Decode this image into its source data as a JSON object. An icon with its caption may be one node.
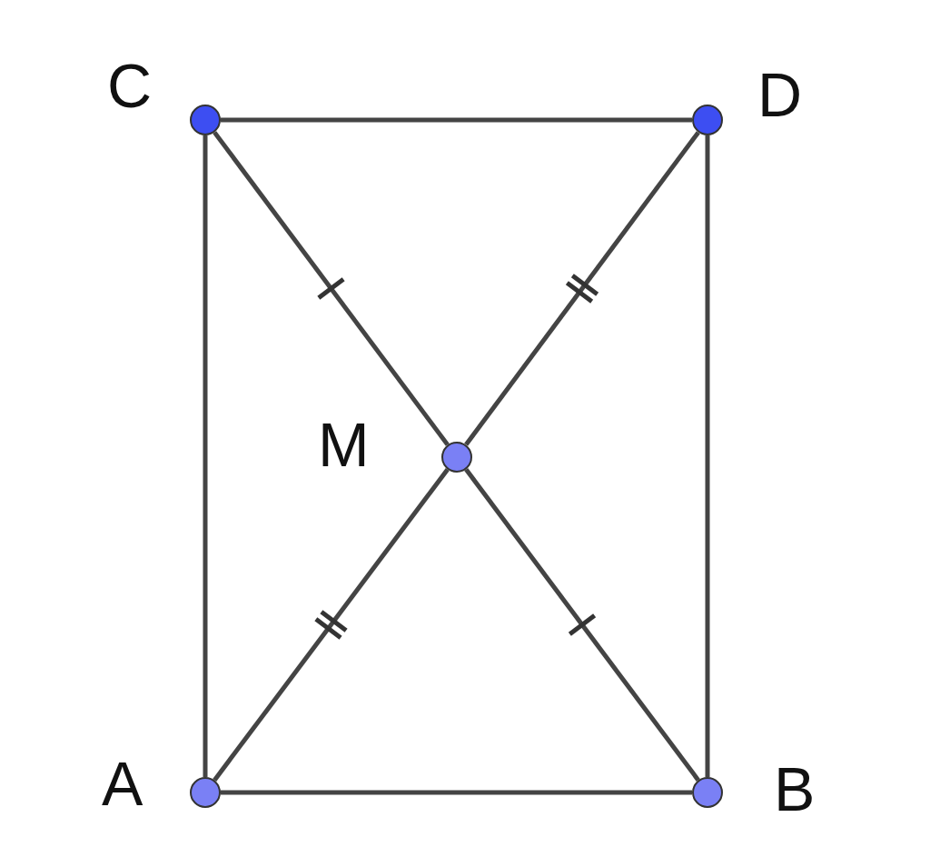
{
  "diagram": {
    "nodes": [
      {
        "text": [],
        "shape": "circle"
      },
      {
        "text": [],
        "shape": "circle"
      },
      {
        "text": [],
        "shape": "circle"
      },
      {
        "text": [],
        "shape": "circle"
      },
      {
        "text": [],
        "shape": "circle"
      }
    ],
    "edges": [
      {
        "from": 0,
        "to": 1,
        "arrow": "none"
      },
      {
        "from": 0,
        "to": 3,
        "arrow": "none"
      },
      {
        "from": 1,
        "to": 4,
        "arrow": "none"
      },
      {
        "from": 3,
        "to": 4,
        "arrow": "none"
      },
      {
        "from": 0,
        "to": 2,
        "arrow": "none"
      },
      {
        "from": 2,
        "to": 4,
        "arrow": "none"
      },
      {
        "from": 1,
        "to": 2,
        "arrow": "none"
      },
      {
        "from": 2,
        "to": 3,
        "arrow": "none"
      }
    ],
    "labels": [
      "C",
      "D",
      "M",
      "A",
      "B"
    ]
  }
}
